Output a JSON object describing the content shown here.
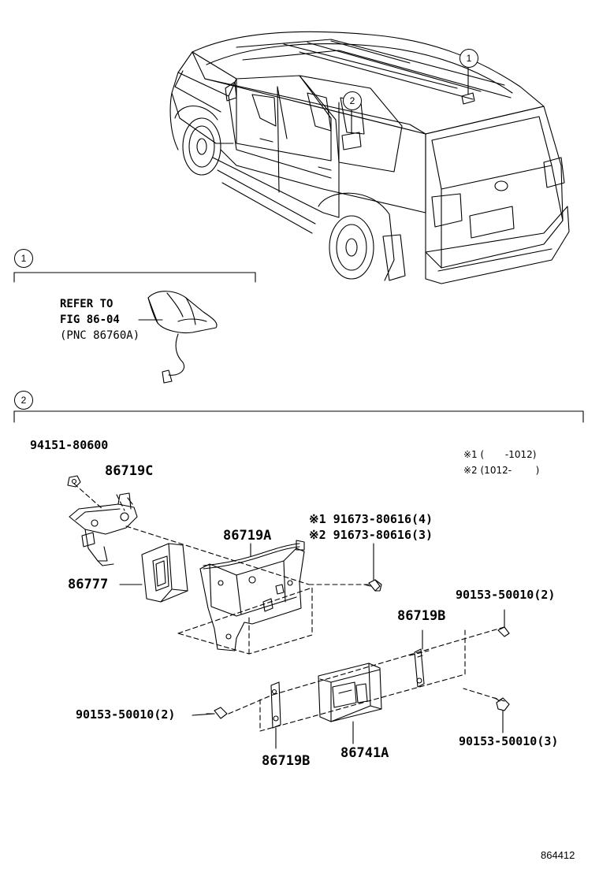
{
  "callouts": {
    "roof": "1",
    "interior": "2"
  },
  "section1": {
    "number": "1",
    "ref_line1": "REFER TO",
    "ref_line2": "FIG 86-04",
    "ref_line3": "(PNC 86760A)"
  },
  "section2": {
    "number": "2"
  },
  "notes": {
    "n1": "※1 (       -1012)",
    "n2": "※2 (1012-        )"
  },
  "parts": {
    "p94151": "94151-80600",
    "p86719C": "86719C",
    "p86777": "86777",
    "p86719A": "86719A",
    "p91673_1": "※1 91673-80616(4)",
    "p91673_2": "※2 91673-80616(3)",
    "p90153_right_top": "90153-50010(2)",
    "p86719B_right": "86719B",
    "p90153_left": "90153-50010(2)",
    "p86719B_bottom": "86719B",
    "p86741A": "86741A",
    "p90153_right_bottom": "90153-50010(3)"
  },
  "figure_id": "864412"
}
